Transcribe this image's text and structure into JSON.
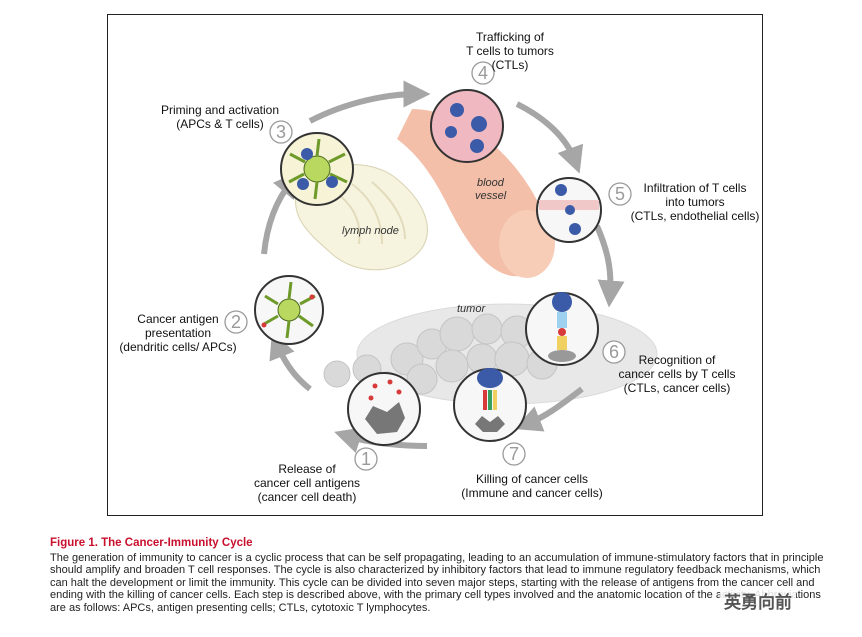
{
  "steps": [
    {
      "num": "1",
      "lines": [
        "Release of",
        "cancer cell antigens",
        "(cancer cell death)"
      ]
    },
    {
      "num": "2",
      "lines": [
        "Cancer antigen",
        "presentation",
        "(dendritic cells/ APCs)"
      ]
    },
    {
      "num": "3",
      "lines": [
        "Priming and activation",
        "(APCs & T cells)"
      ]
    },
    {
      "num": "4",
      "lines": [
        "Trafficking of",
        "T cells to tumors",
        "(CTLs)"
      ]
    },
    {
      "num": "5",
      "lines": [
        "Infiltration of T cells",
        "into tumors",
        "(CTLs, endothelial cells)"
      ]
    },
    {
      "num": "6",
      "lines": [
        "Recognition of",
        "cancer cells by T cells",
        "(CTLs, cancer cells)"
      ]
    },
    {
      "num": "7",
      "lines": [
        "Killing of cancer cells",
        "(Immune and cancer cells)"
      ]
    }
  ],
  "annotations": {
    "lymph_node": "lymph node",
    "blood_vessel_1": "blood",
    "blood_vessel_2": "vessel",
    "tumor": "tumor"
  },
  "caption": {
    "title": "Figure 1. The Cancer-Immunity Cycle",
    "body": "The generation of immunity to cancer is a cyclic process that can be self propagating, leading to an accumulation of immune-stimulatory factors that in principle should amplify and broaden T cell responses. The cycle is also characterized by inhibitory factors that lead to immune regulatory feedback mechanisms, which can halt the development or limit the immunity. This cycle can be divided into seven major steps, starting with the release of antigens from the cancer cell and ending with the killing of cancer cells. Each step is described above, with the primary cell types involved and the anatomic location of the activity. Abbreviations are as follows: APCs, antigen presenting cells; CTLs, cytotoxic T lymphocytes."
  },
  "watermark": "英勇向前",
  "colors": {
    "caption_title": "#c8102e",
    "arrow": "#a6a6a6",
    "tcell": "#3b5ba9",
    "vessel": "#f2b8a0",
    "lymph": "#f6f3df",
    "apc": "#b8d860"
  }
}
